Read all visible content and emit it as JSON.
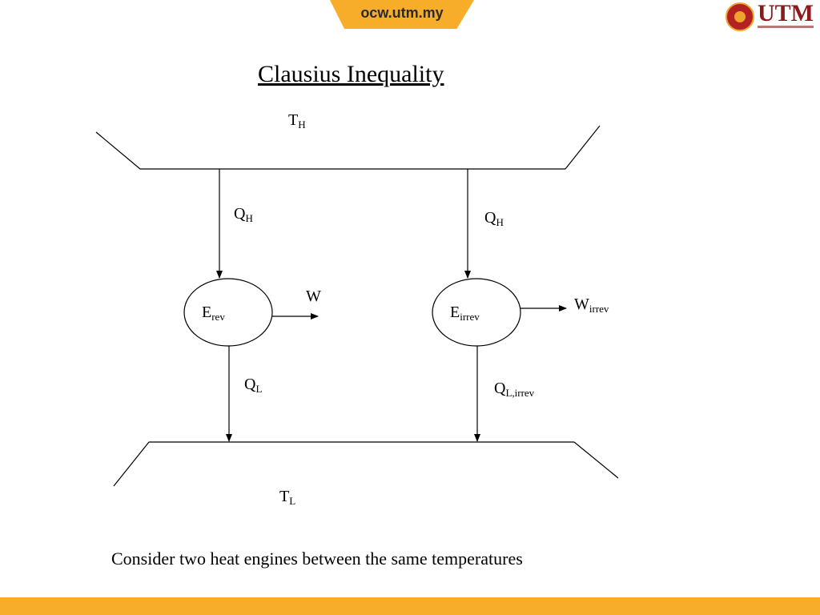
{
  "header": {
    "site_label": "ocw.utm.my",
    "logo_text": "UTM"
  },
  "slide": {
    "title": "Clausius Inequality",
    "caption": "Consider two heat engines between the same temperatures"
  },
  "diagram": {
    "hot_reservoir": {
      "main": "T",
      "sub": "H"
    },
    "cold_reservoir": {
      "main": "T",
      "sub": "L"
    },
    "rev_engine": {
      "main": "E",
      "sub": "rev"
    },
    "irrev_engine": {
      "main": "E",
      "sub": "irrev"
    },
    "rev_heat_in": {
      "main": "Q",
      "sub": "H"
    },
    "irrev_heat_in": {
      "main": "Q",
      "sub": "H"
    },
    "rev_heat_out": {
      "main": "Q",
      "sub": "L"
    },
    "irrev_heat_out": {
      "main": "Q",
      "sub": "L,irrev"
    },
    "rev_work": {
      "main": "W",
      "sub": ""
    },
    "irrev_work": {
      "main": "W",
      "sub": "irrev"
    }
  },
  "colors": {
    "accent": "#f8ad2a",
    "logo_red": "#8b1a1a"
  }
}
